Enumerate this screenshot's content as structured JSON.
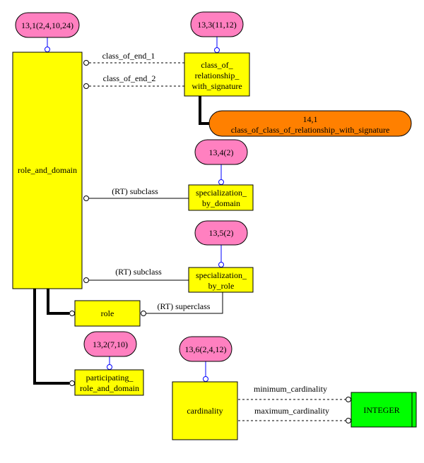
{
  "diagram": {
    "title": "EXPRESS-G diagram: role_and_domain",
    "entities": {
      "role_and_domain": "role_and_domain",
      "class_of_relationship_with_signature": [
        "class_of_",
        "relationship_",
        "with_signature"
      ],
      "specialization_by_domain": [
        "specialization_",
        "by_domain"
      ],
      "specialization_by_role": [
        "specialization_",
        "by_role"
      ],
      "role": "role",
      "participating_role_and_domain": [
        "participating_",
        "role_and_domain"
      ],
      "cardinality": "cardinality"
    },
    "types": {
      "integer": "INTEGER"
    },
    "page_refs": {
      "ref_13_1": "13,1(2,4,10,24)",
      "ref_13_3": "13,3(11,12)",
      "ref_13_4": "13,4(2)",
      "ref_13_5": "13,5(2)",
      "ref_13_2": "13,2(7,10)",
      "ref_13_6": "13,6(2,4,12)"
    },
    "off_page_ref": {
      "number": "14,1",
      "name": "class_of_class_of_relationship_with_signature",
      "color": "#ff8000"
    },
    "relations": {
      "class_of_end_1": "class_of_end_1",
      "class_of_end_2": "class_of_end_2",
      "subclass_domain": "(RT) subclass",
      "subclass_role": "(RT) subclass",
      "superclass": "(RT) superclass",
      "minimum_cardinality": "minimum_cardinality",
      "maximum_cardinality": "maximum_cardinality"
    },
    "colors": {
      "entity": "#ffff00",
      "page_ref": "#ff80c0",
      "type": "#00ff00",
      "ref_connector": "#0000ff"
    }
  }
}
